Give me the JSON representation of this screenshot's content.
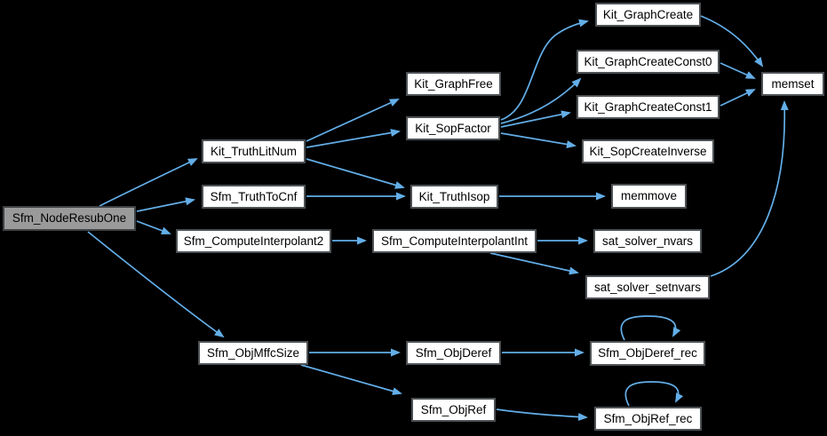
{
  "graph": {
    "type": "call-graph",
    "background_color": "#000000",
    "edge_color": "#63aee8",
    "node_fill_color": "#ffffff",
    "node_border_color": "#4d5154",
    "highlighted_node_fill_color": "#9a9a9a",
    "highlighted_node_border_color": "#3f4244",
    "text_color": "#000000",
    "root_node": "sfm_noderesubone"
  },
  "nodes": {
    "sfm_noderesubone": "Sfm_NodeResubOne",
    "kit_truthlitnum": "Kit_TruthLitNum",
    "sfm_truthtocnf": "Sfm_TruthToCnf",
    "sfm_computeinterpolant2": "Sfm_ComputeInterpolant2",
    "sfm_objmffcsize": "Sfm_ObjMffcSize",
    "kit_graphfree": "Kit_GraphFree",
    "kit_sopfactor": "Kit_SopFactor",
    "kit_truthisop": "Kit_TruthIsop",
    "sfm_computeinterpolantint": "Sfm_ComputeInterpolantInt",
    "sfm_objderef": "Sfm_ObjDeref",
    "sfm_objref": "Sfm_ObjRef",
    "kit_graphcreate": "Kit_GraphCreate",
    "kit_graphcreateconst0": "Kit_GraphCreateConst0",
    "kit_graphcreateconst1": "Kit_GraphCreateConst1",
    "kit_sopcreateinverse": "Kit_SopCreateInverse",
    "memmove": "memmove",
    "sat_solver_nvars": "sat_solver_nvars",
    "sat_solver_setnvars": "sat_solver_setnvars",
    "sfm_objderef_rec": "Sfm_ObjDeref_rec",
    "sfm_objref_rec": "Sfm_ObjRef_rec",
    "memset": "memset"
  },
  "edges": [
    {
      "from": "sfm_noderesubone",
      "to": "kit_truthlitnum"
    },
    {
      "from": "sfm_noderesubone",
      "to": "sfm_truthtocnf"
    },
    {
      "from": "sfm_noderesubone",
      "to": "sfm_computeinterpolant2"
    },
    {
      "from": "sfm_noderesubone",
      "to": "sfm_objmffcsize"
    },
    {
      "from": "kit_truthlitnum",
      "to": "kit_graphfree"
    },
    {
      "from": "kit_truthlitnum",
      "to": "kit_sopfactor"
    },
    {
      "from": "kit_truthlitnum",
      "to": "kit_truthisop"
    },
    {
      "from": "sfm_truthtocnf",
      "to": "kit_truthisop"
    },
    {
      "from": "kit_sopfactor",
      "to": "kit_graphcreate"
    },
    {
      "from": "kit_sopfactor",
      "to": "kit_graphcreateconst0"
    },
    {
      "from": "kit_sopfactor",
      "to": "kit_graphcreateconst1"
    },
    {
      "from": "kit_sopfactor",
      "to": "kit_sopcreateinverse"
    },
    {
      "from": "kit_graphcreate",
      "to": "memset"
    },
    {
      "from": "kit_graphcreateconst0",
      "to": "memset"
    },
    {
      "from": "kit_graphcreateconst1",
      "to": "memset"
    },
    {
      "from": "kit_truthisop",
      "to": "memmove"
    },
    {
      "from": "sfm_computeinterpolant2",
      "to": "sfm_computeinterpolantint"
    },
    {
      "from": "sfm_computeinterpolantint",
      "to": "sat_solver_nvars"
    },
    {
      "from": "sfm_computeinterpolantint",
      "to": "sat_solver_setnvars"
    },
    {
      "from": "sat_solver_setnvars",
      "to": "memset"
    },
    {
      "from": "sfm_objmffcsize",
      "to": "sfm_objderef"
    },
    {
      "from": "sfm_objmffcsize",
      "to": "sfm_objref"
    },
    {
      "from": "sfm_objderef",
      "to": "sfm_objderef_rec"
    },
    {
      "from": "sfm_objderef_rec",
      "to": "sfm_objderef_rec"
    },
    {
      "from": "sfm_objref",
      "to": "sfm_objref_rec"
    },
    {
      "from": "sfm_objref_rec",
      "to": "sfm_objref_rec"
    }
  ]
}
